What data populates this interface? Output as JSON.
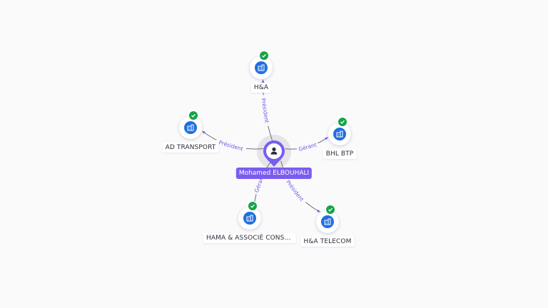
{
  "center": {
    "name": "Mohamed ELBOUHALI",
    "icon": "person-icon",
    "color": "#7b5cf0"
  },
  "companies": [
    {
      "name": "H&A",
      "icon": "building-icon",
      "verified": true,
      "role": "Président"
    },
    {
      "name": "BHL BTP",
      "icon": "building-icon",
      "verified": true,
      "role": "Gérant"
    },
    {
      "name": "H&A TELECOM",
      "icon": "building-icon",
      "verified": true,
      "role": "Président"
    },
    {
      "name": "HAMA & ASSOCIÉ CONST...",
      "icon": "building-icon",
      "verified": true,
      "role": "Gérant"
    },
    {
      "name": "AD TRANSPORT",
      "icon": "building-icon",
      "verified": true,
      "role": "Président"
    }
  ],
  "colors": {
    "node_blue": "#1f6fe0",
    "verified_green": "#16a34a",
    "edge": "#6b6f80",
    "edge_label": "#6c5ce7"
  }
}
